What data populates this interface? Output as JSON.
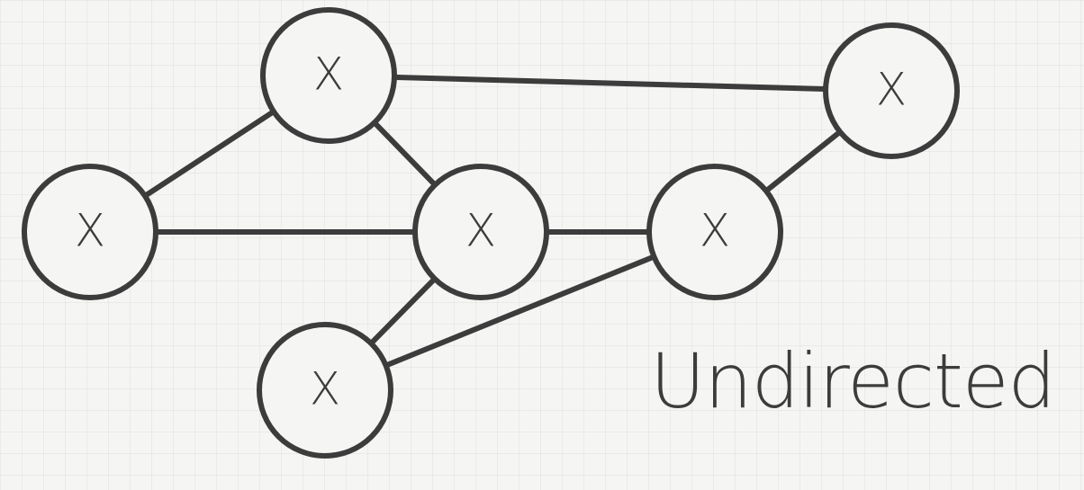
{
  "diagram": {
    "caption": "Undirected",
    "colors": {
      "stroke": "#3c3c3c",
      "background": "#f5f5f4"
    },
    "nodes": [
      {
        "id": "top",
        "label": "X"
      },
      {
        "id": "right-top",
        "label": "X"
      },
      {
        "id": "left",
        "label": "X"
      },
      {
        "id": "center",
        "label": "X"
      },
      {
        "id": "center-right",
        "label": "X"
      },
      {
        "id": "bottom",
        "label": "X"
      }
    ],
    "edges": [
      {
        "from": "top",
        "to": "right-top"
      },
      {
        "from": "top",
        "to": "left"
      },
      {
        "from": "top",
        "to": "center"
      },
      {
        "from": "left",
        "to": "center"
      },
      {
        "from": "center",
        "to": "center-right"
      },
      {
        "from": "center-right",
        "to": "right-top"
      },
      {
        "from": "center",
        "to": "bottom"
      },
      {
        "from": "bottom",
        "to": "center-right"
      }
    ]
  }
}
